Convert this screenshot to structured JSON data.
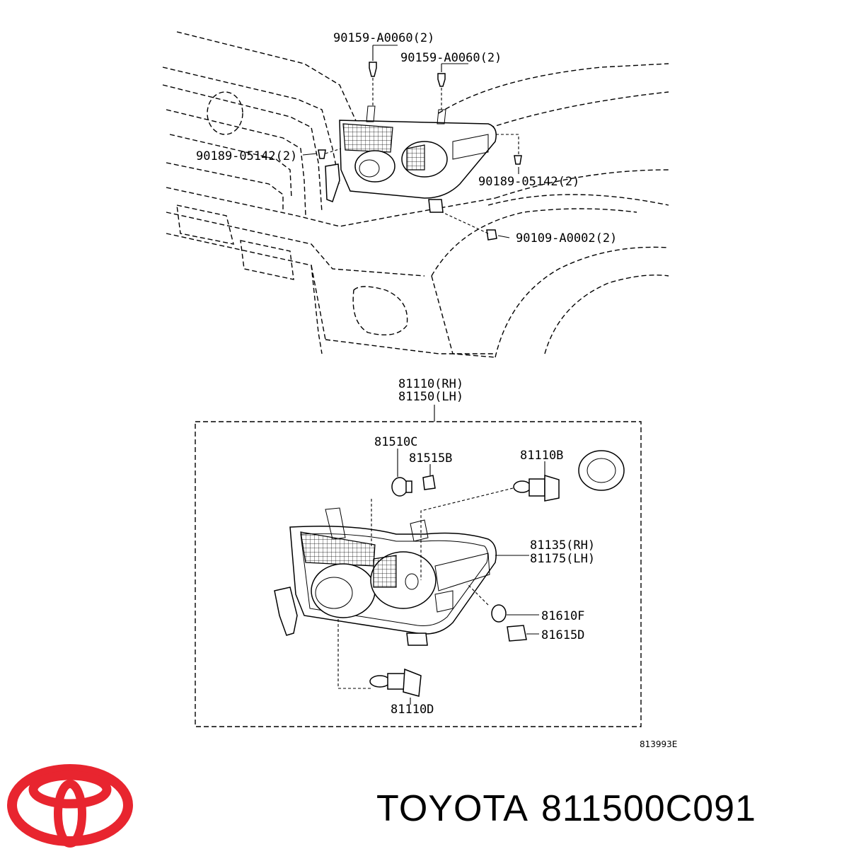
{
  "callouts": {
    "screw_top_left": "90159-A0060(2)",
    "screw_top_right": "90159-A0060(2)",
    "clip_left": "90189-05142(2)",
    "clip_right": "90189-05142(2)",
    "bolt_lower": "90109-A0002(2)",
    "assembly_rh": "81110(RH)",
    "assembly_lh": "81150(LH)",
    "bulb_socket_small": "81510C",
    "socket_small": "81515B",
    "bulb_high": "81110B",
    "housing_rh": "81135(RH)",
    "housing_lh": "81175(LH)",
    "bulb_side": "81610F",
    "socket_side": "81615D",
    "bulb_low": "81110D"
  },
  "diagram_ref": "813993E",
  "brand": "TOYOTA",
  "part_number": "811500C091",
  "colors": {
    "logo_red": "#e8252f",
    "ink": "#000000"
  }
}
